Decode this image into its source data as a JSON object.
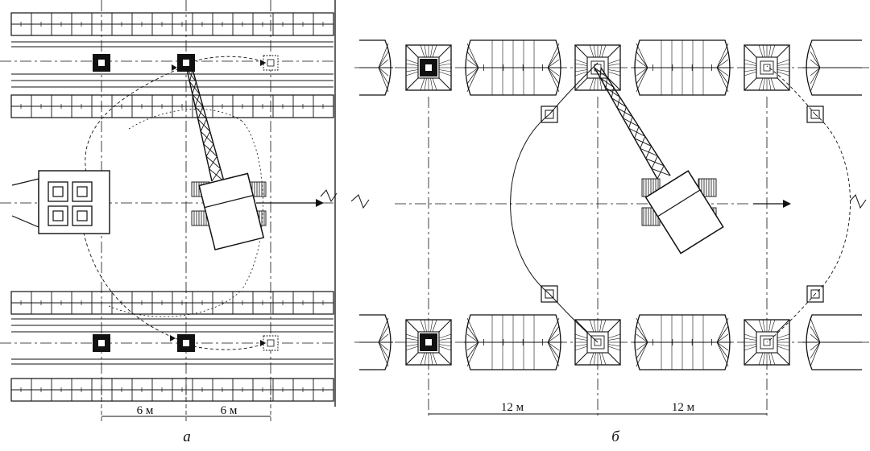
{
  "diagram": {
    "panel_a": {
      "caption": "а",
      "dimensions": [
        "6 м",
        "6 м"
      ]
    },
    "panel_b": {
      "caption": "б",
      "dimensions": [
        "12 м",
        "12 м"
      ]
    }
  },
  "colors": {
    "ink": "#111111",
    "paper": "#ffffff"
  }
}
